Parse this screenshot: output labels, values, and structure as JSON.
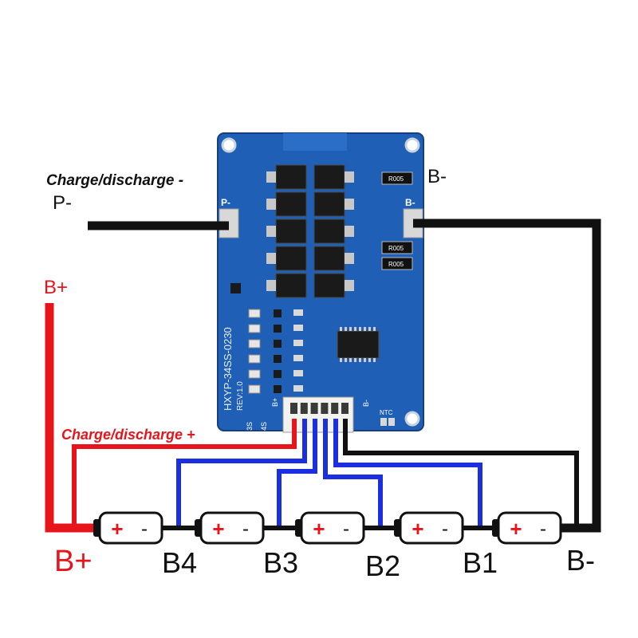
{
  "labels": {
    "charge_discharge_minus": "Charge/discharge -",
    "p_minus": "P-",
    "b_minus_top": "B-",
    "b_plus_side": "B+",
    "charge_discharge_plus": "Charge/discharge +",
    "b_plus_bottom": "B+",
    "b4": "B4",
    "b3": "B3",
    "b2": "B2",
    "b1": "B1",
    "b_minus_bottom": "B-"
  },
  "board": {
    "model_text": "HXYP-34SS-0230",
    "rev_text": "REV:1.0",
    "pad_p_minus": "P-",
    "pad_b_minus": "B-",
    "resistor_text": "R005",
    "mark_3s": "3S",
    "mark_4s": "4S",
    "mark_b_plus": "B+",
    "mark_b_minus": "B-",
    "mark_ntc": "NTC"
  },
  "battery": {
    "plus": "+",
    "minus": "-"
  },
  "colors": {
    "board": "#1f5fb5",
    "wire_red": "#e8141c",
    "wire_blue": "#1c2fe0",
    "wire_black": "#111111"
  }
}
